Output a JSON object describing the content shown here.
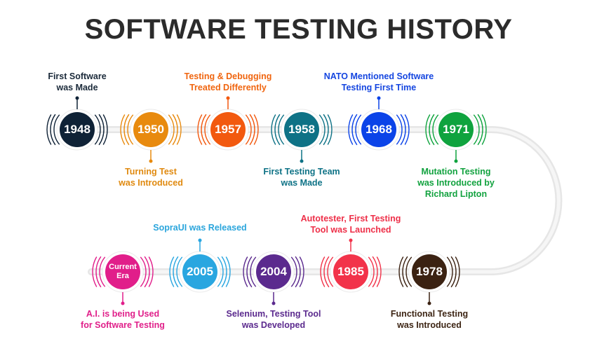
{
  "title": "SOFTWARE TESTING HISTORY",
  "events": [
    {
      "year": "1948",
      "label_line1": "First Software",
      "label_line2": "was Made",
      "color": "#0f2236",
      "label_color": "#1b2a3a"
    },
    {
      "year": "1950",
      "label_line1": "Turning Test",
      "label_line2": "was Introduced",
      "color": "#e88a0e",
      "label_color": "#e08a10"
    },
    {
      "year": "1957",
      "label_line1": "Testing & Debugging",
      "label_line2": "Treated Differently",
      "color": "#f2590f",
      "label_color": "#f0650f"
    },
    {
      "year": "1958",
      "label_line1": "First Testing Team",
      "label_line2": "was Made",
      "color": "#0e7286",
      "label_color": "#0e7286"
    },
    {
      "year": "1968",
      "label_line1": "NATO Mentioned Software",
      "label_line2": "Testing First Time",
      "color": "#0b43e8",
      "label_color": "#1546e0"
    },
    {
      "year": "1971",
      "label_line1": "Mutation Testing",
      "label_line2": "was Introduced by",
      "label_line3": "Richard Lipton",
      "color": "#0fa33e",
      "label_color": "#12a23f"
    },
    {
      "year": "1978",
      "label_line1": "Functional Testing",
      "label_line2": "was Introduced",
      "color": "#3b2212",
      "label_color": "#3d2514"
    },
    {
      "year": "1985",
      "label_line1": "Autotester, First Testing",
      "label_line2": "Tool was Launched",
      "color": "#f2334a",
      "label_color": "#ee2f48"
    },
    {
      "year": "2004",
      "label_line1": "Selenium, Testing Tool",
      "label_line2": "was Developed",
      "color": "#5b2a8e",
      "label_color": "#5b2a8e"
    },
    {
      "year": "2005",
      "label_line1": "SopraUI was Released",
      "color": "#29a6e0",
      "label_color": "#2aa5dc"
    },
    {
      "year": "Current Era",
      "label_line1": "A.I. is  being Used",
      "label_line2": "for Software Testing",
      "color": "#e11e8a",
      "label_color": "#e0208a"
    }
  ]
}
